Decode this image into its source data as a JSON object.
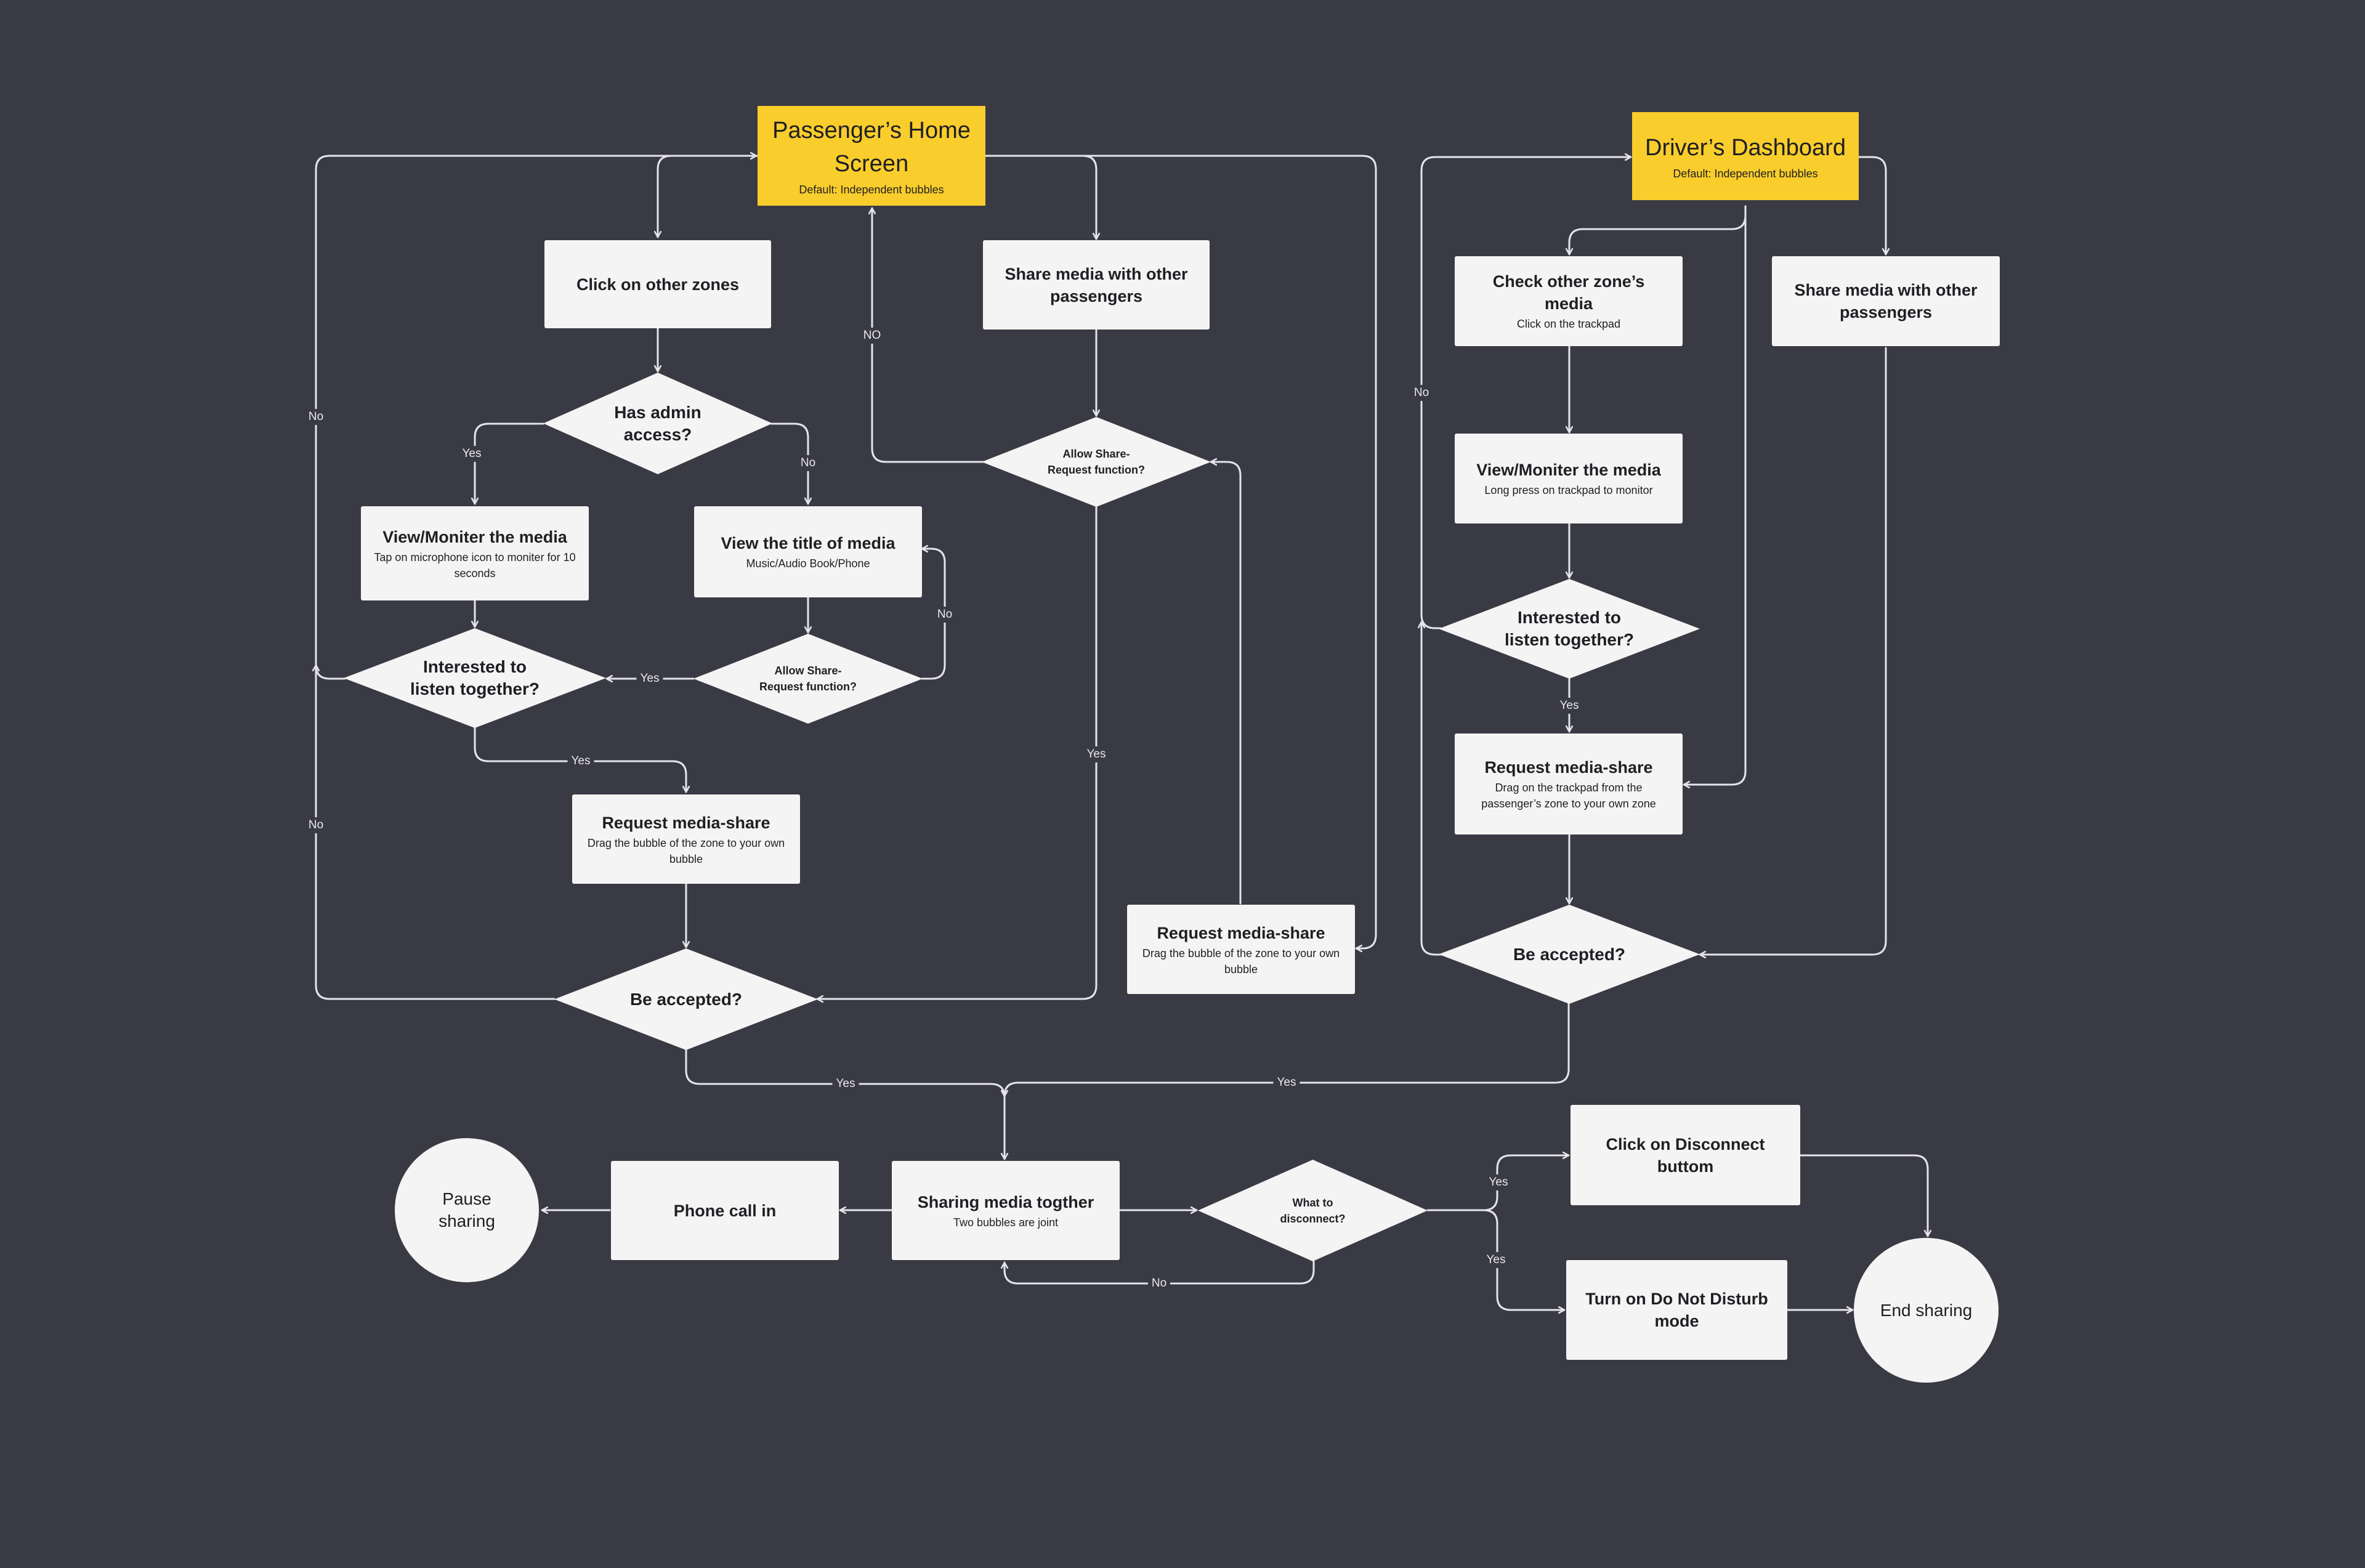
{
  "nodes": {
    "passenger_home": {
      "title": "Passenger’s Home Screen",
      "sub": "Default: Independent bubbles"
    },
    "driver_dashboard": {
      "title": "Driver’s Dashboard",
      "sub": "Default: Independent bubbles"
    },
    "click_other_zones": {
      "title": "Click on other zones"
    },
    "share_media_p": {
      "title": "Share media with other passengers"
    },
    "has_admin": {
      "title": "Has admin access?"
    },
    "allow_share_top": {
      "title": "Allow Share-Request function?"
    },
    "view_monitor_p": {
      "title": "View/Moniter the media",
      "sub": "Tap on microphone icon to moniter for 10 seconds"
    },
    "view_title": {
      "title": "View the title of media",
      "sub": "Music/Audio Book/Phone"
    },
    "allow_share_mid": {
      "title": "Allow Share-Request function?"
    },
    "interested_p": {
      "title": "Interested to listen together?"
    },
    "request_p": {
      "title": "Request media-share",
      "sub": "Drag the bubble of the zone to your own bubble"
    },
    "request_right": {
      "title": "Request media-share",
      "sub": "Drag the bubble of the zone to your own bubble"
    },
    "accepted_p": {
      "title": "Be accepted?"
    },
    "check_zone_d": {
      "title": "Check other zone’s media",
      "sub": "Click on the trackpad"
    },
    "share_media_d": {
      "title": "Share media with other passengers"
    },
    "view_monitor_d": {
      "title": "View/Moniter the media",
      "sub": "Long press on trackpad to monitor"
    },
    "interested_d": {
      "title": "Interested to listen together?"
    },
    "request_d": {
      "title": "Request media-share",
      "sub": "Drag on the trackpad from the passenger’s zone to your own zone"
    },
    "accepted_d": {
      "title": "Be accepted?"
    },
    "sharing": {
      "title": "Sharing media togther",
      "sub": "Two bubbles are joint"
    },
    "phone_call": {
      "title": "Phone call in"
    },
    "pause": {
      "title": "Pause sharing"
    },
    "what_disconnect": {
      "title": "What to disconnect?"
    },
    "click_disconnect": {
      "title": "Click on Disconnect buttom"
    },
    "dnd": {
      "title": "Turn on Do Not Disturb mode"
    },
    "end": {
      "title": "End sharing"
    }
  },
  "labels": {
    "no": "No",
    "yes": "Yes",
    "no_caps": "NO"
  }
}
